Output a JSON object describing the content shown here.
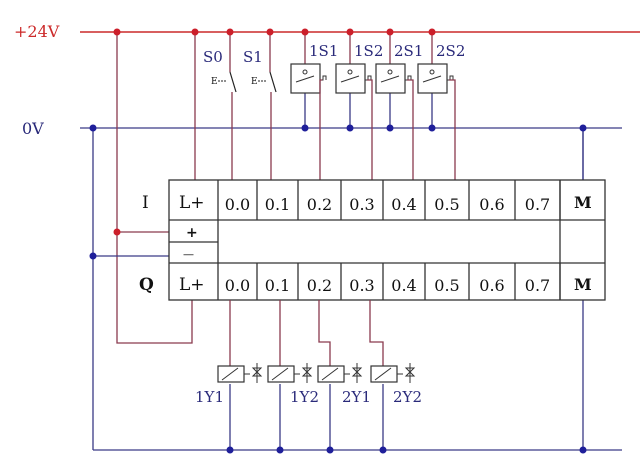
{
  "rails": {
    "positive": "+24V",
    "zero": "0V"
  },
  "switches": [
    "S0",
    "S1"
  ],
  "sensors": [
    "1S1",
    "1S2",
    "2S1",
    "2S2"
  ],
  "plc": {
    "input_row_label": "I",
    "output_row_label": "Q",
    "supply_label": "L+",
    "plus_label": "+",
    "minus_label": "—",
    "common_label": "M",
    "addresses": [
      "0.0",
      "0.1",
      "0.2",
      "0.3",
      "0.4",
      "0.5",
      "0.6",
      "0.7"
    ]
  },
  "solenoids": [
    "1Y1",
    "1Y2",
    "2Y1",
    "2Y2"
  ],
  "colors": {
    "positive": "#cc2a2a",
    "zero": "#3a3a86",
    "wire": "#8a3a4e"
  }
}
